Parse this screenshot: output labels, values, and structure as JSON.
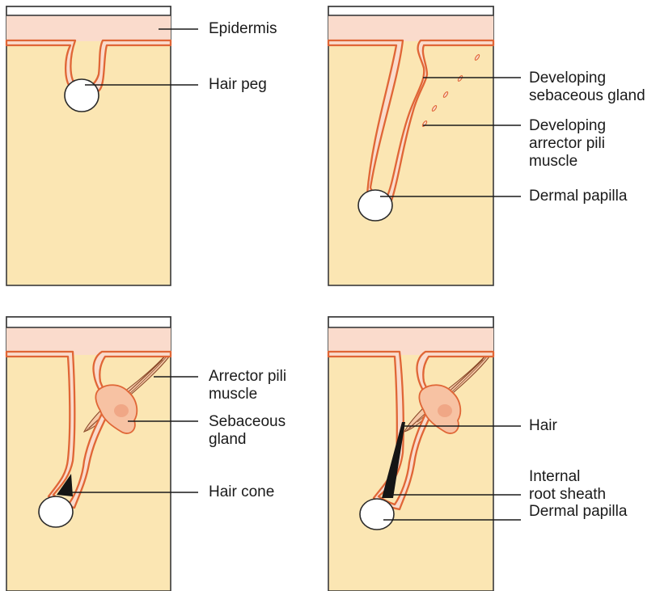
{
  "panels": [
    {
      "labels": {
        "epidermis": "Epidermis",
        "hair_peg": "Hair peg"
      }
    },
    {
      "labels": {
        "sebaceous_l1": "Developing",
        "sebaceous_l2": "sebaceous gland",
        "arrector_l1": "Developing",
        "arrector_l2": "arrector pili",
        "arrector_l3": "muscle",
        "papilla": "Dermal papilla"
      }
    },
    {
      "labels": {
        "arrector_l1": "Arrector pili",
        "arrector_l2": "muscle",
        "gland_l1": "Sebaceous",
        "gland_l2": "gland",
        "cone": "Hair cone"
      }
    },
    {
      "labels": {
        "hair": "Hair",
        "sheath_l1": "Internal",
        "sheath_l2": "root sheath",
        "papilla": "Dermal papilla"
      }
    }
  ],
  "colors": {
    "dermis": "#fbe6b3",
    "epidermis": "#fadbcc",
    "basement_line": "#e06636",
    "hair_cone": "#151515"
  }
}
